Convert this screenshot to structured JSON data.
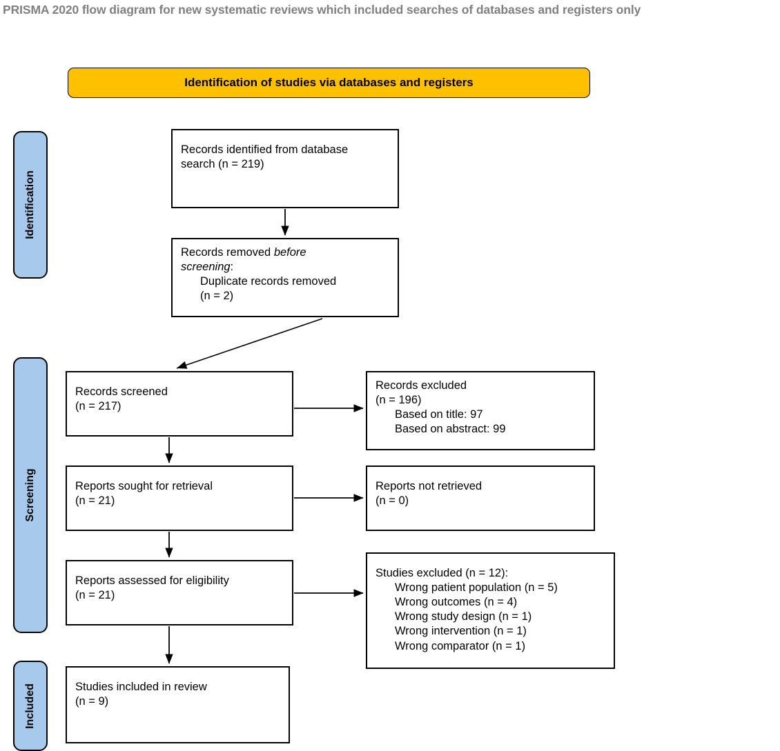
{
  "page": {
    "title": "PRISMA 2020 flow diagram for new systematic reviews which included searches of databases and registers only",
    "banner": "Identification of studies via databases and registers"
  },
  "colors": {
    "banner_fill": "#FFC000",
    "stage_fill": "#A6C9EC",
    "box_fill": "#FFFFFF",
    "stroke": "#000000",
    "title_text": "#808080"
  },
  "stages": [
    {
      "id": "identification",
      "label": "Identification"
    },
    {
      "id": "screening",
      "label": "Screening"
    },
    {
      "id": "included",
      "label": "Included"
    }
  ],
  "boxes": {
    "identified": {
      "line1": "Records identified from database",
      "line2": "search (n = 219)"
    },
    "removed": {
      "line1a": "Records removed ",
      "line1b": "before",
      "line2a": "screening",
      "line2b": ":",
      "line3": "Duplicate records removed",
      "line4": "(n = 2)"
    },
    "screened": {
      "line1": "Records screened",
      "line2": "(n = 217)"
    },
    "records_excluded": {
      "line1": "Records excluded",
      "line2": "(n = 196)",
      "line3": "Based on title: 97",
      "line4": "Based on abstract: 99"
    },
    "sought": {
      "line1": "Reports sought for retrieval",
      "line2": "(n = 21)"
    },
    "not_retrieved": {
      "line1": "Reports not retrieved",
      "line2": "(n = 0)"
    },
    "assessed": {
      "line1": "Reports assessed for eligibility",
      "line2": "(n = 21)"
    },
    "studies_excluded": {
      "line1": "Studies excluded (n = 12):",
      "line2": "Wrong patient population (n = 5)",
      "line3": "Wrong outcomes (n = 4)",
      "line4": "Wrong study design (n = 1)",
      "line5": "Wrong intervention (n = 1)",
      "line6": "Wrong comparator (n = 1)"
    },
    "included": {
      "line1": "Studies included in review",
      "line2": "(n = 9)"
    }
  }
}
